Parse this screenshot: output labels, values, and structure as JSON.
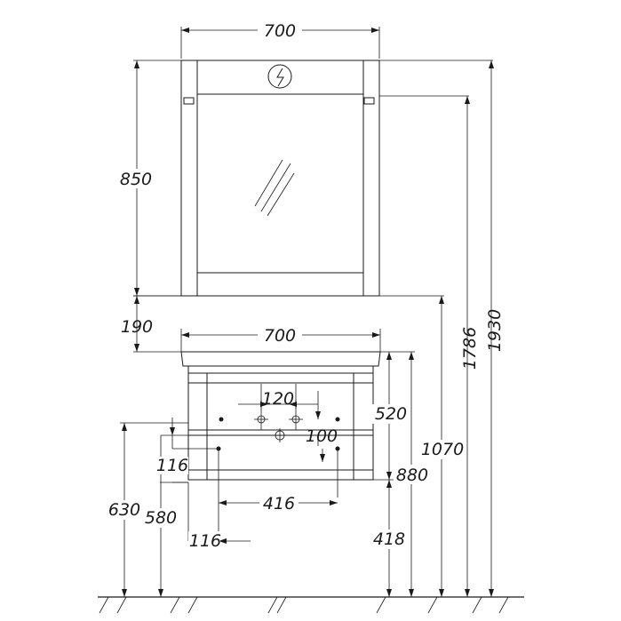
{
  "dimensions": {
    "mirror_width": "700",
    "mirror_height": "850",
    "gap_to_basin": "190",
    "basin_width": "700",
    "total_height": "1930",
    "mirror_mount_height": "1786",
    "basin_top_height": "1070",
    "cabinet_height": "520",
    "tap_spacing": "120",
    "pipe_offset": "100",
    "cabinet_bottom_height": "880",
    "drain_offset_upper": "116",
    "drain_offset_lower": "116",
    "drain_spacing": "416",
    "wall_mount_height": "630",
    "drain_height": "580",
    "floor_clearance": "418"
  },
  "icons": [
    "electric-socket-icon",
    "mirror-reflection-icon"
  ]
}
